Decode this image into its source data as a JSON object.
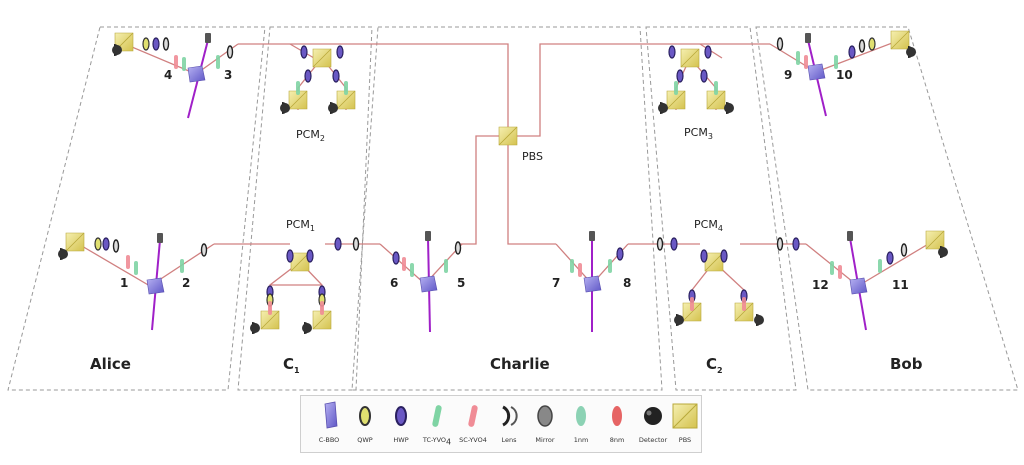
{
  "labels": {
    "alice": "Alice",
    "c1": "C",
    "c1_sub": "1",
    "charlie": "Charlie",
    "c2": "C",
    "c2_sub": "2",
    "bob": "Bob",
    "pbs": "PBS",
    "pcm1": "PCM",
    "pcm1_sub": "1",
    "pcm2": "PCM",
    "pcm2_sub": "2",
    "pcm3": "PCM",
    "pcm3_sub": "3",
    "pcm4": "PCM",
    "pcm4_sub": "4",
    "n1": "1",
    "n2": "2",
    "n3": "3",
    "n4": "4",
    "n5": "5",
    "n6": "6",
    "n7": "7",
    "n8": "8",
    "n9": "9",
    "n10": "10",
    "n11": "11",
    "n12": "12"
  },
  "legend": [
    {
      "name": "C-BBO",
      "icon": "crystal-icon",
      "color": "#8a84e6"
    },
    {
      "name": "QWP",
      "icon": "qwp-icon",
      "color": "#c8c832"
    },
    {
      "name": "HWP",
      "icon": "hwp-icon",
      "color": "#5a46b4"
    },
    {
      "name": "TC-YVO",
      "icon": "tc-yvo4-icon",
      "color": "#78d2a0"
    },
    {
      "name": "SC-YVO4",
      "icon": "sc-yvo4-icon",
      "color": "#f08c96"
    },
    {
      "name": "Lens",
      "icon": "lens-icon",
      "color": "#444444"
    },
    {
      "name": "Mirror",
      "icon": "mirror-icon",
      "color": "#777777"
    },
    {
      "name": "1nm",
      "icon": "filter-1nm-icon",
      "color": "#8cd2b4"
    },
    {
      "name": "8nm",
      "icon": "filter-8nm-icon",
      "color": "#e66464"
    },
    {
      "name": "Detector",
      "icon": "detector-icon",
      "color": "#333333"
    },
    {
      "name": "PBS",
      "icon": "pbs-icon",
      "color": "#e6dc78"
    }
  ],
  "colors": {
    "beam": "#d08080",
    "pump": "#a020c8",
    "border": "#999999"
  }
}
